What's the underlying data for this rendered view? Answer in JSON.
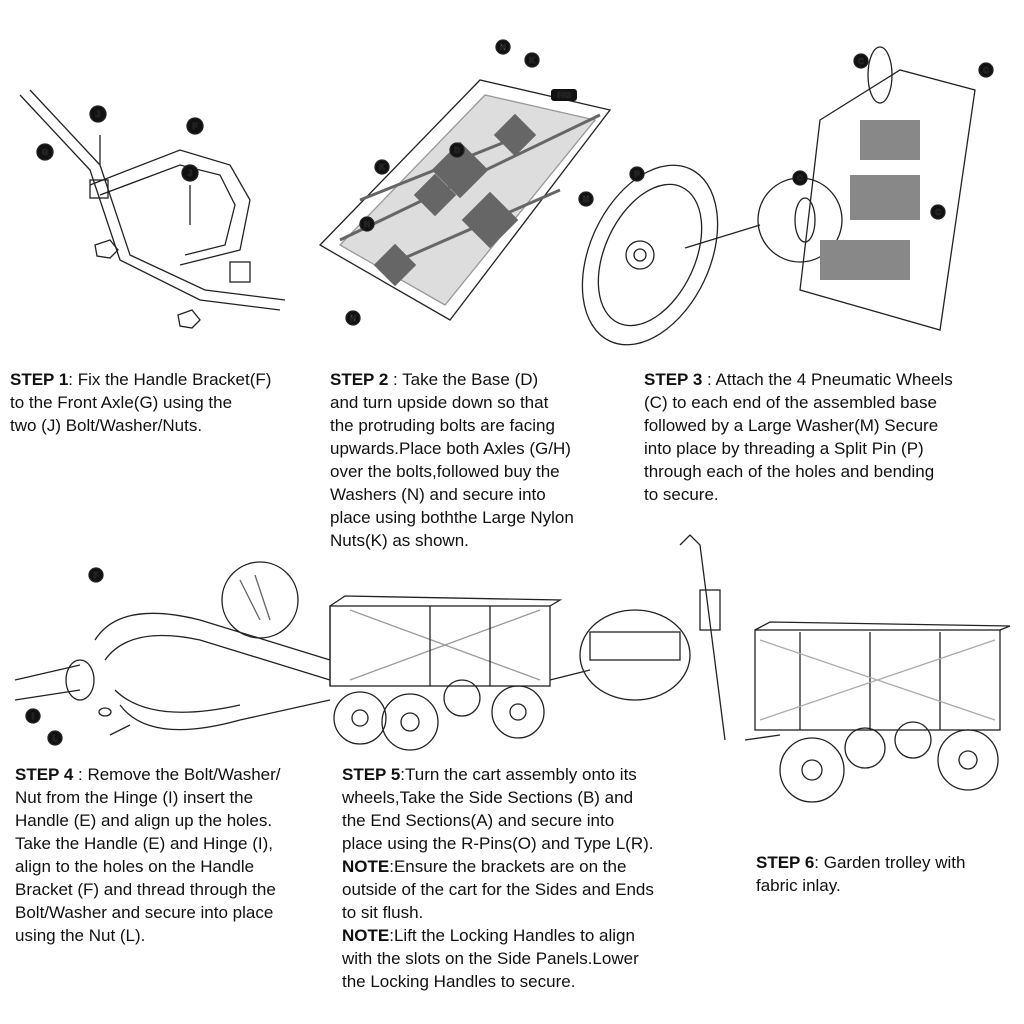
{
  "steps": [
    {
      "title": "STEP 1",
      "lines": [
        ": Fix the Handle Bracket(F)",
        "to the Front Axle(G) using the",
        "two (J) Bolt/Washer/Nuts."
      ]
    },
    {
      "title": "STEP 2",
      "lines": [
        " : Take the Base (D)",
        "and turn upside down so that",
        "the protruding bolts are facing",
        "upwards.Place both Axles (G/H)",
        "over the bolts,followed buy the",
        "Washers (N) and secure into",
        "place using boththe Large Nylon",
        "Nuts(K) as shown."
      ]
    },
    {
      "title": "STEP 3",
      "lines": [
        " : Attach the 4 Pneumatic Wheels",
        "(C) to each end of the assembled base",
        "followed by a Large Washer(M) Secure",
        "into place by threading a Split Pin (P)",
        "through each of the holes and bending",
        "to secure."
      ]
    },
    {
      "title": "STEP 4",
      "lines": [
        " : Remove the Bolt/Washer/",
        "Nut from the Hinge (I) insert the",
        "Handle (E) and align up the holes.",
        "Take the Handle (E) and Hinge (I),",
        "align to the holes on the Handle",
        "Bracket (F) and thread through the",
        "Bolt/Washer and secure into place",
        "using the Nut (L)."
      ]
    },
    {
      "title": "STEP 5",
      "lines": [
        ":Turn the cart assembly onto its",
        "wheels,Take the Side Sections (B) and",
        "the End Sections(A) and secure into",
        "place using the R-Pins(O) and Type L(R)."
      ],
      "notes": [
        {
          "title": "NOTE",
          "lines": [
            ":Ensure the brackets are on the",
            "outside of the cart for the Sides and Ends",
            "to sit flush."
          ]
        },
        {
          "title": "NOTE",
          "lines": [
            ":Lift the Locking Handles to align",
            "with the slots on the Side Panels.Lower",
            "the Locking Handles to secure."
          ]
        }
      ]
    },
    {
      "title": "STEP 6",
      "lines": [
        ": Garden trolley with",
        "fabric inlay."
      ]
    }
  ],
  "labels": {
    "step1": [
      "J",
      "F",
      "G",
      "J"
    ],
    "step2": [
      "N",
      "K",
      "F/G",
      "D",
      "K",
      "H",
      "N"
    ],
    "step3": [
      "C",
      "C",
      "M",
      "P",
      "C",
      "C"
    ],
    "step4": [
      "F",
      "I",
      "L"
    ]
  }
}
